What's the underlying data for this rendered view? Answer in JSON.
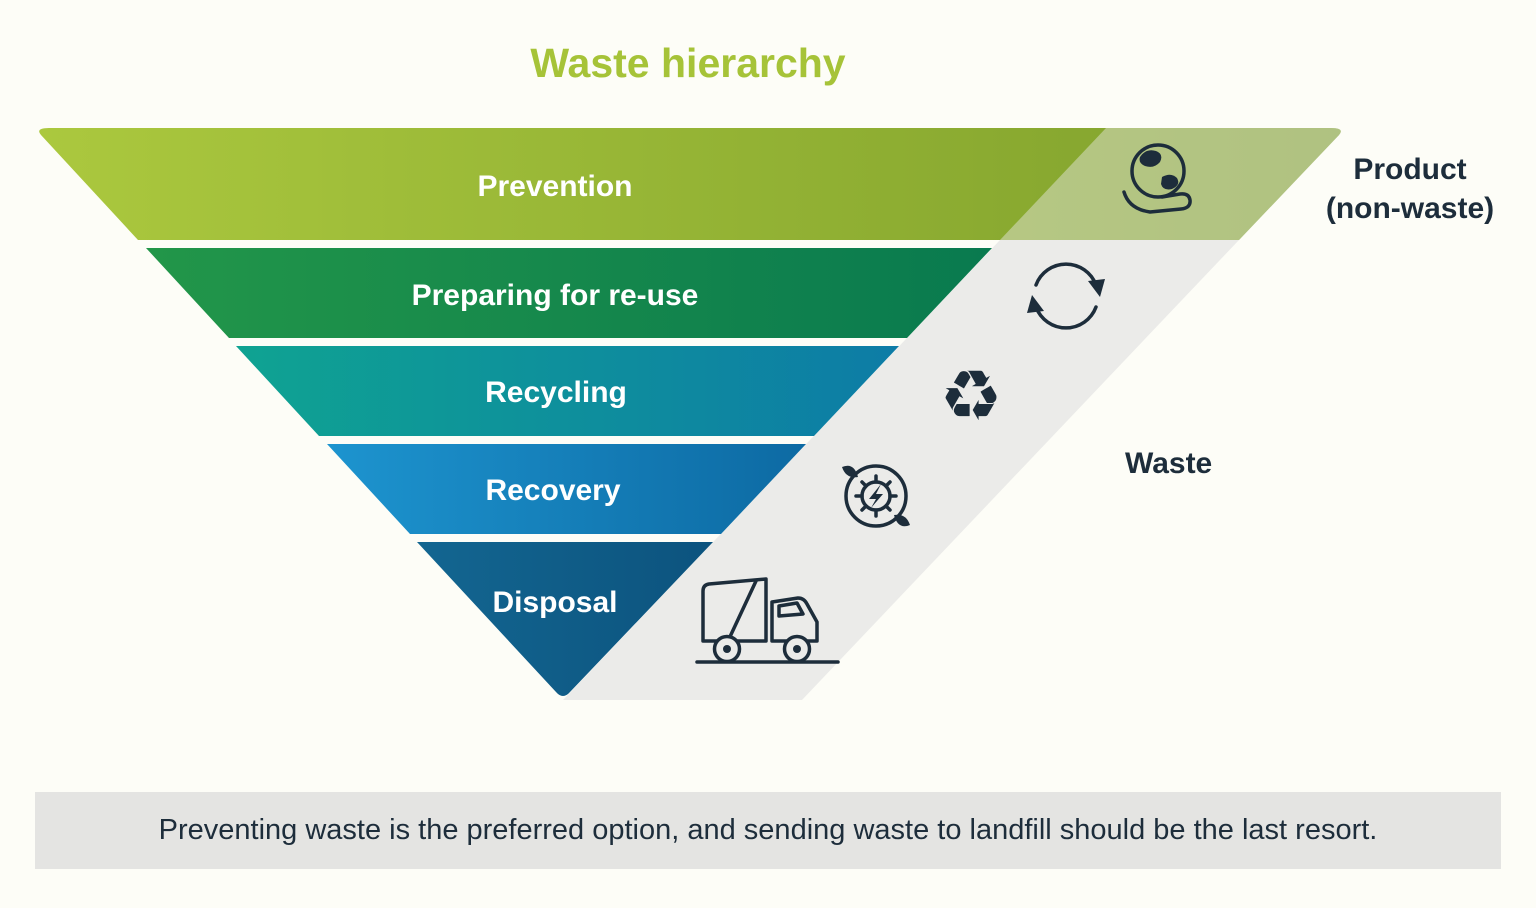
{
  "title": "Waste hierarchy",
  "colors": {
    "page_bg": "#fdfdf7",
    "title": "#a6c338",
    "dark_text": "#1d2d3b",
    "caption_bg": "#e4e4e2",
    "gray_band": "#ebebe9",
    "band_label_text": "#ffffff"
  },
  "pyramid": {
    "levels": [
      {
        "label": "Prevention",
        "color_start": "#abc83e",
        "color_end": "#7fa02c"
      },
      {
        "label": "Preparing for re-use",
        "color_start": "#229649",
        "color_end": "#097a4f"
      },
      {
        "label": "Recycling",
        "color_start": "#0fa392",
        "color_end": "#0d7ca6"
      },
      {
        "label": "Recovery",
        "color_start": "#1d94cf",
        "color_end": "#0d6aa3"
      },
      {
        "label": "Disposal",
        "color_start": "#136691",
        "color_end": "#0c537e"
      }
    ],
    "icons": [
      {
        "name": "earth-hand-icon"
      },
      {
        "name": "reuse-cycle-icon"
      },
      {
        "name": "recycling-icon",
        "glyph": "♻"
      },
      {
        "name": "energy-recovery-icon"
      },
      {
        "name": "garbage-truck-icon"
      }
    ]
  },
  "annotations": {
    "product_line1": "Product",
    "product_line2": "(non-waste)",
    "waste": "Waste"
  },
  "caption": "Preventing waste is the preferred option, and sending waste to landfill should be the last resort."
}
